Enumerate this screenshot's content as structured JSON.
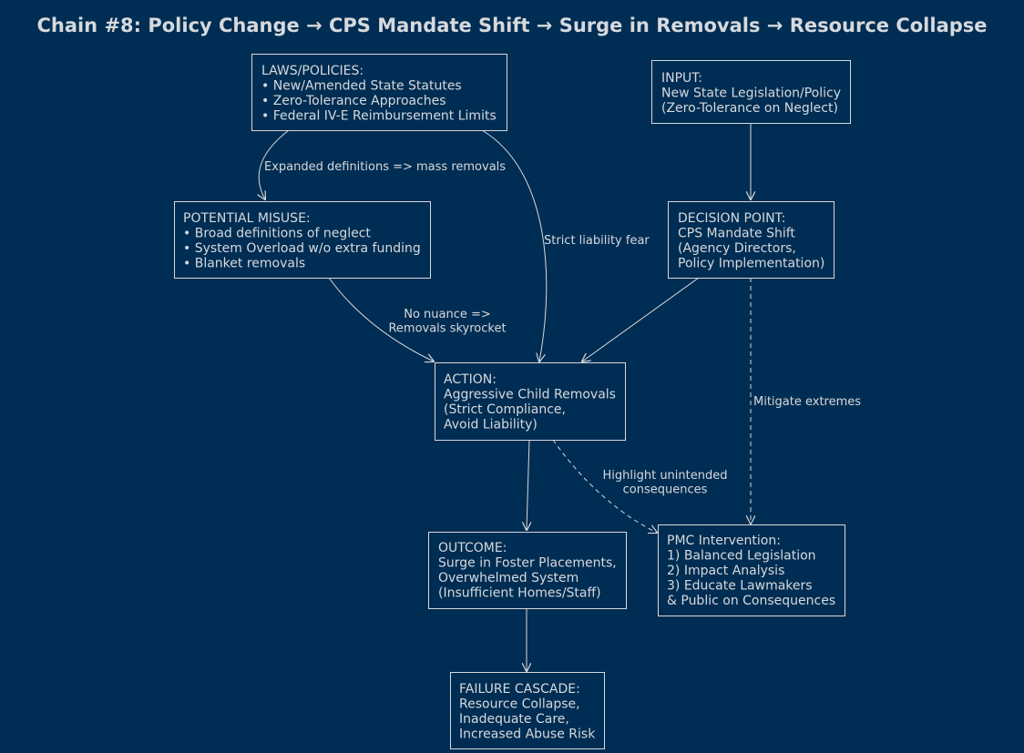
{
  "title": "Chain #8: Policy Change → CPS Mandate Shift → Surge in Removals → Resource Collapse",
  "nodes": {
    "laws": [
      "LAWS/POLICIES:",
      "• New/Amended State Statutes",
      "• Zero-Tolerance Approaches",
      "• Federal IV-E Reimbursement Limits"
    ],
    "input": [
      "INPUT:",
      "New State Legislation/Policy",
      "(Zero-Tolerance on Neglect)"
    ],
    "misuse": [
      "POTENTIAL MISUSE:",
      "• Broad definitions of neglect",
      "• System Overload w/o extra funding",
      "• Blanket removals"
    ],
    "decision": [
      "DECISION POINT:",
      "CPS Mandate Shift",
      "(Agency Directors,",
      "Policy Implementation)"
    ],
    "action": [
      "ACTION:",
      "Aggressive Child Removals",
      "(Strict Compliance,",
      "Avoid Liability)"
    ],
    "outcome": [
      "OUTCOME:",
      "Surge in Foster Placements,",
      "Overwhelmed System",
      "(Insufficient Homes/Staff)"
    ],
    "pmc": [
      "PMC Intervention:",
      "1) Balanced Legislation",
      "2) Impact Analysis",
      "3) Educate Lawmakers",
      "& Public on Consequences"
    ],
    "failure": [
      "FAILURE CASCADE:",
      "Resource Collapse,",
      "Inadequate Care,",
      "Increased Abuse Risk"
    ]
  },
  "edges": {
    "laws_misuse": [
      "Expanded definitions => mass removals"
    ],
    "laws_action": [
      "Strict liability fear"
    ],
    "misuse_action": [
      "No nuance =>",
      "Removals skyrocket"
    ],
    "decision_pmc": [
      "Mitigate extremes"
    ],
    "action_pmc": [
      "Highlight unintended",
      "consequences"
    ]
  },
  "colors": {
    "background": "#002d53",
    "foreground": "#d6d9dd"
  }
}
